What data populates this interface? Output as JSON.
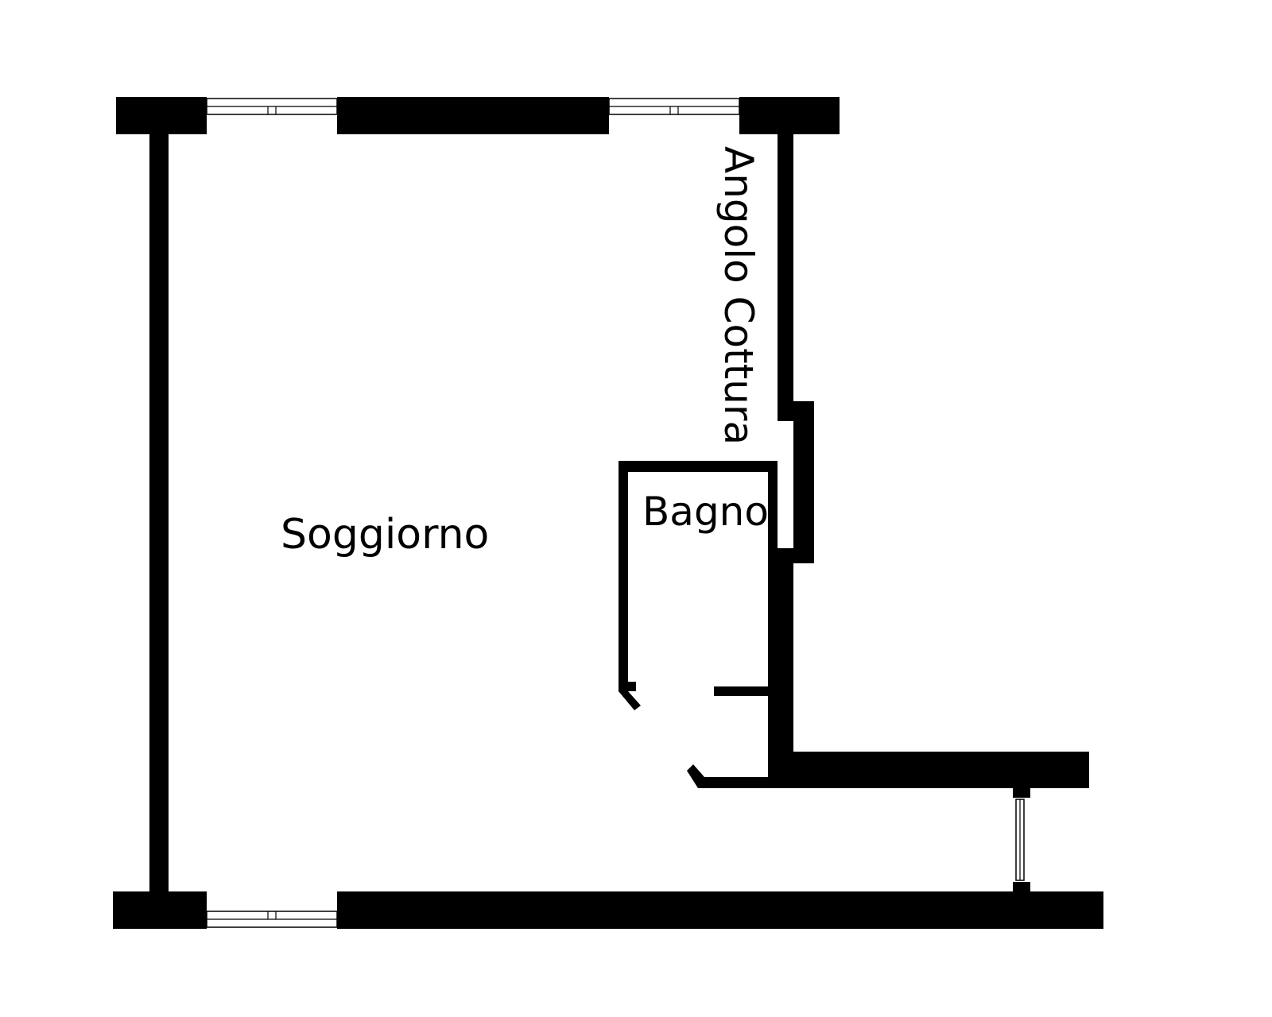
{
  "rooms": {
    "soggiorno": "Soggiorno",
    "bagno": "Bagno",
    "angolo_cottura": "Angolo Cottura"
  },
  "colors": {
    "wall": "#000000",
    "background": "#ffffff"
  }
}
